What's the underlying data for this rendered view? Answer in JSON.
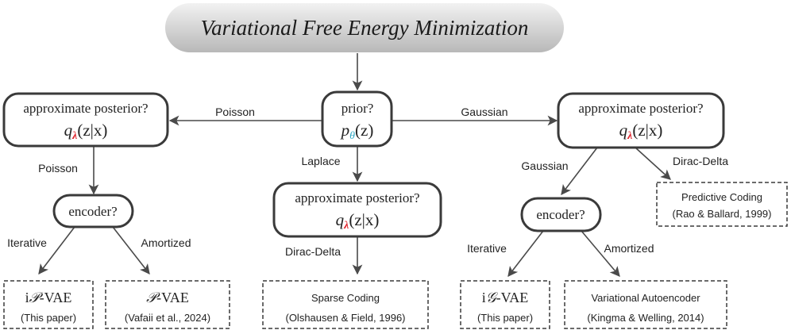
{
  "title": "Variational Free Energy Minimization",
  "colors": {
    "lambda": "#e0262e",
    "theta": "#33a9c4",
    "title_grad_light": "#f2f2f2",
    "title_grad_dark": "#b8b8b8"
  },
  "nodes": {
    "prior": {
      "label": "prior?",
      "symbol": "p",
      "sub": "θ",
      "arg": "(z)"
    },
    "post_left": {
      "label": "approximate posterior?",
      "symbol": "q",
      "sub": "λ",
      "arg": "(z|x)"
    },
    "post_center": {
      "label": "approximate posterior?",
      "symbol": "q",
      "sub": "λ",
      "arg": "(z|x)"
    },
    "post_right": {
      "label": "approximate posterior?",
      "symbol": "q",
      "sub": "λ",
      "arg": "(z|x)"
    },
    "enc_left": {
      "label": "encoder?"
    },
    "enc_right": {
      "label": "encoder?"
    }
  },
  "edges": {
    "prior_left": "Poisson",
    "prior_right": "Gaussian",
    "prior_down": "Laplace",
    "post_left_down": "Poisson",
    "post_right_gauss": "Gaussian",
    "post_right_dirac": "Dirac-Delta",
    "post_center_dirac": "Dirac-Delta",
    "enc_left_iter": "Iterative",
    "enc_left_amort": "Amortized",
    "enc_right_iter": "Iterative",
    "enc_right_amort": "Amortized"
  },
  "leaves": {
    "ipvae": {
      "prefix": "i",
      "script": "𝒫",
      "suffix": "-VAE",
      "sub": "(This paper)"
    },
    "pvae": {
      "prefix": "",
      "script": "𝒫",
      "suffix": "-VAE",
      "sub": "(Vafaii et al., 2024)"
    },
    "sparse": {
      "line1": "Sparse Coding",
      "sub": "(Olshausen & Field, 1996)"
    },
    "igvae": {
      "prefix": "i",
      "script": "𝒢",
      "suffix": "-VAE",
      "sub": "(This paper)"
    },
    "vae": {
      "line1": "Variational Autoencoder",
      "sub": "(Kingma & Welling, 2014)"
    },
    "pc": {
      "line1": "Predictive Coding",
      "sub": "(Rao & Ballard, 1999)"
    }
  }
}
